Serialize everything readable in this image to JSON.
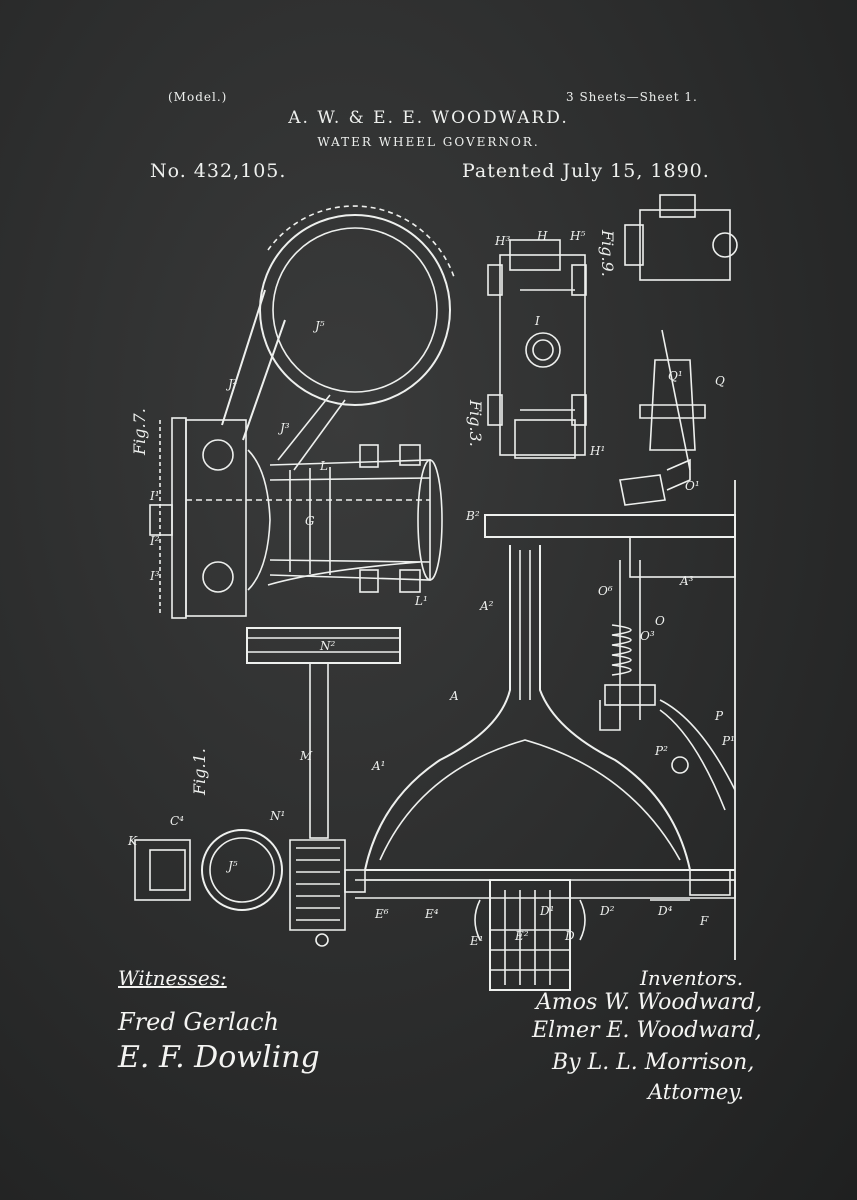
{
  "header": {
    "model": "(Model.)",
    "sheets": "3 Sheets—Sheet 1.",
    "inventors": "A. W. & E. E. WOODWARD.",
    "title": "WATER WHEEL GOVERNOR.",
    "patent_number": "No. 432,105.",
    "patent_date": "Patented July 15, 1890."
  },
  "figures": {
    "fig1": "Fig.1.",
    "fig3": "Fig.3.",
    "fig7": "Fig.7.",
    "fig9": "Fig.9."
  },
  "labels": {
    "J5_top": "J⁵",
    "J2": "J²",
    "J3": "J³",
    "L": "L",
    "L1": "L¹",
    "G": "G",
    "A": "A",
    "A1": "A¹",
    "A2": "A²",
    "A3": "A³",
    "B2": "B²",
    "D": "D",
    "D1": "D¹",
    "D2": "D²",
    "D4": "D⁴",
    "E1": "E¹",
    "E2": "E²",
    "E4": "E⁴",
    "E6": "E⁶",
    "H": "H",
    "H1": "H¹",
    "H3": "H³",
    "H5": "H⁵",
    "I": "I",
    "I1": "I¹",
    "I2": "I²",
    "I3": "I³",
    "M": "M",
    "N1": "N¹",
    "N2": "N²",
    "O": "O",
    "O1": "O¹",
    "O3": "O³",
    "O6": "O⁶",
    "P": "P",
    "P1": "P¹",
    "P2": "P²",
    "Q": "Q",
    "Q1": "Q¹",
    "K": "K",
    "C4": "C⁴",
    "F": "F",
    "J5_small": "J⁵"
  },
  "signatures": {
    "witnesses_label": "Witnesses:",
    "witness_1": "Fred Gerlach",
    "witness_2": "E. F. Dowling",
    "inventors_label": "Inventors.",
    "inventor_1": "Amos W. Woodward,",
    "inventor_2": "Elmer E. Woodward,",
    "attorney_by": "By L. L. Morrison,",
    "attorney_label": "Attorney."
  },
  "colors": {
    "background": "#2a2b2b",
    "ink": "#eef0ee"
  }
}
